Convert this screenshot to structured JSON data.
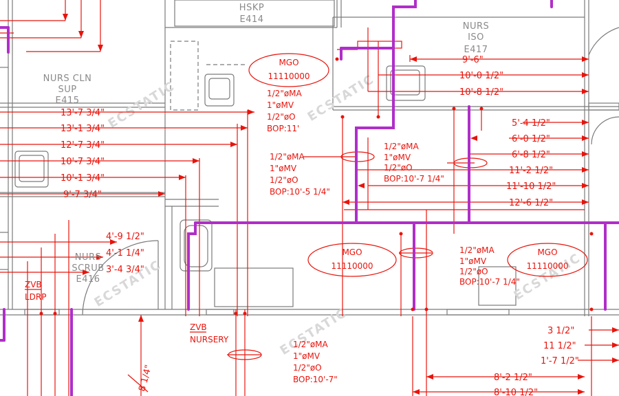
{
  "rooms": {
    "hskp": {
      "name": "HSKP",
      "num": "E414"
    },
    "nurs_iso": {
      "name": "NURS",
      "sub": "ISO",
      "num": "E417"
    },
    "nurs_cln": {
      "name": "NURS CLN",
      "sub": "SUP",
      "num": "E415"
    },
    "nurs_scrub": {
      "name": "NURS",
      "sub": "SCRUB",
      "num": "E416"
    }
  },
  "mgo_tags": [
    {
      "label": "MGO",
      "code": "11110000"
    },
    {
      "label": "MGO",
      "code": "11110000"
    },
    {
      "label": "MGO",
      "code": "11110000"
    }
  ],
  "gas_notes": [
    {
      "ma": "1/2\"øMA",
      "mv": "1\"øMV",
      "o": "1/2\"øO",
      "bop": "BOP:11'"
    },
    {
      "ma": "1/2\"øMA",
      "mv": "1\"øMV",
      "o": "1/2\"øO",
      "bop": "BOP:10'-5 1/4\""
    },
    {
      "ma": "1/2\"øMA",
      "mv": "1\"øMV",
      "o": "1/2\"øO",
      "bop": "BOP:10'-7 1/4\""
    },
    {
      "ma": "1/2\"øMA",
      "mv": "1\"øMV",
      "o": "1/2\"øO",
      "bop": "BOP:10'-7 1/4\""
    },
    {
      "ma": "1/2\"øMA",
      "mv": "1\"øMV",
      "o": "1/2\"øO",
      "bop": "BOP:10'-7\""
    }
  ],
  "zones": [
    {
      "label": "ZVB",
      "sub": "LDRP"
    },
    {
      "label": "ZVB",
      "sub": "NURSERY"
    }
  ],
  "dims_left": [
    "13'-7 3/4\"",
    "13'-1 3/4\"",
    "12'-7 3/4\"",
    "10'-7 3/4\"",
    "10'-1 3/4\"",
    "9'-7 3/4\""
  ],
  "dims_left_low": [
    "4'-9 1/2\"",
    "4'-1 1/4\"",
    "3'-4 3/4\""
  ],
  "dims_iso": [
    "9'-6\"",
    "10'-0 1/2\"",
    "10'-8 1/2\""
  ],
  "dims_right": [
    "5'-4 1/2\"",
    "6'-0 1/2\"",
    "6'-8 1/2\"",
    "11'-2 1/2\"",
    "11'-10 1/2\"",
    "12'-6 1/2\""
  ],
  "dims_lower_right": [
    "3 1/2\"",
    "11 1/2\"",
    "1'-7 1/2\""
  ],
  "dims_bottom": [
    "8'-2 1/2\"",
    "8'-10 1/2\""
  ],
  "dim_vertical": "8 1/4\"",
  "watermark": "ECSTATIC"
}
